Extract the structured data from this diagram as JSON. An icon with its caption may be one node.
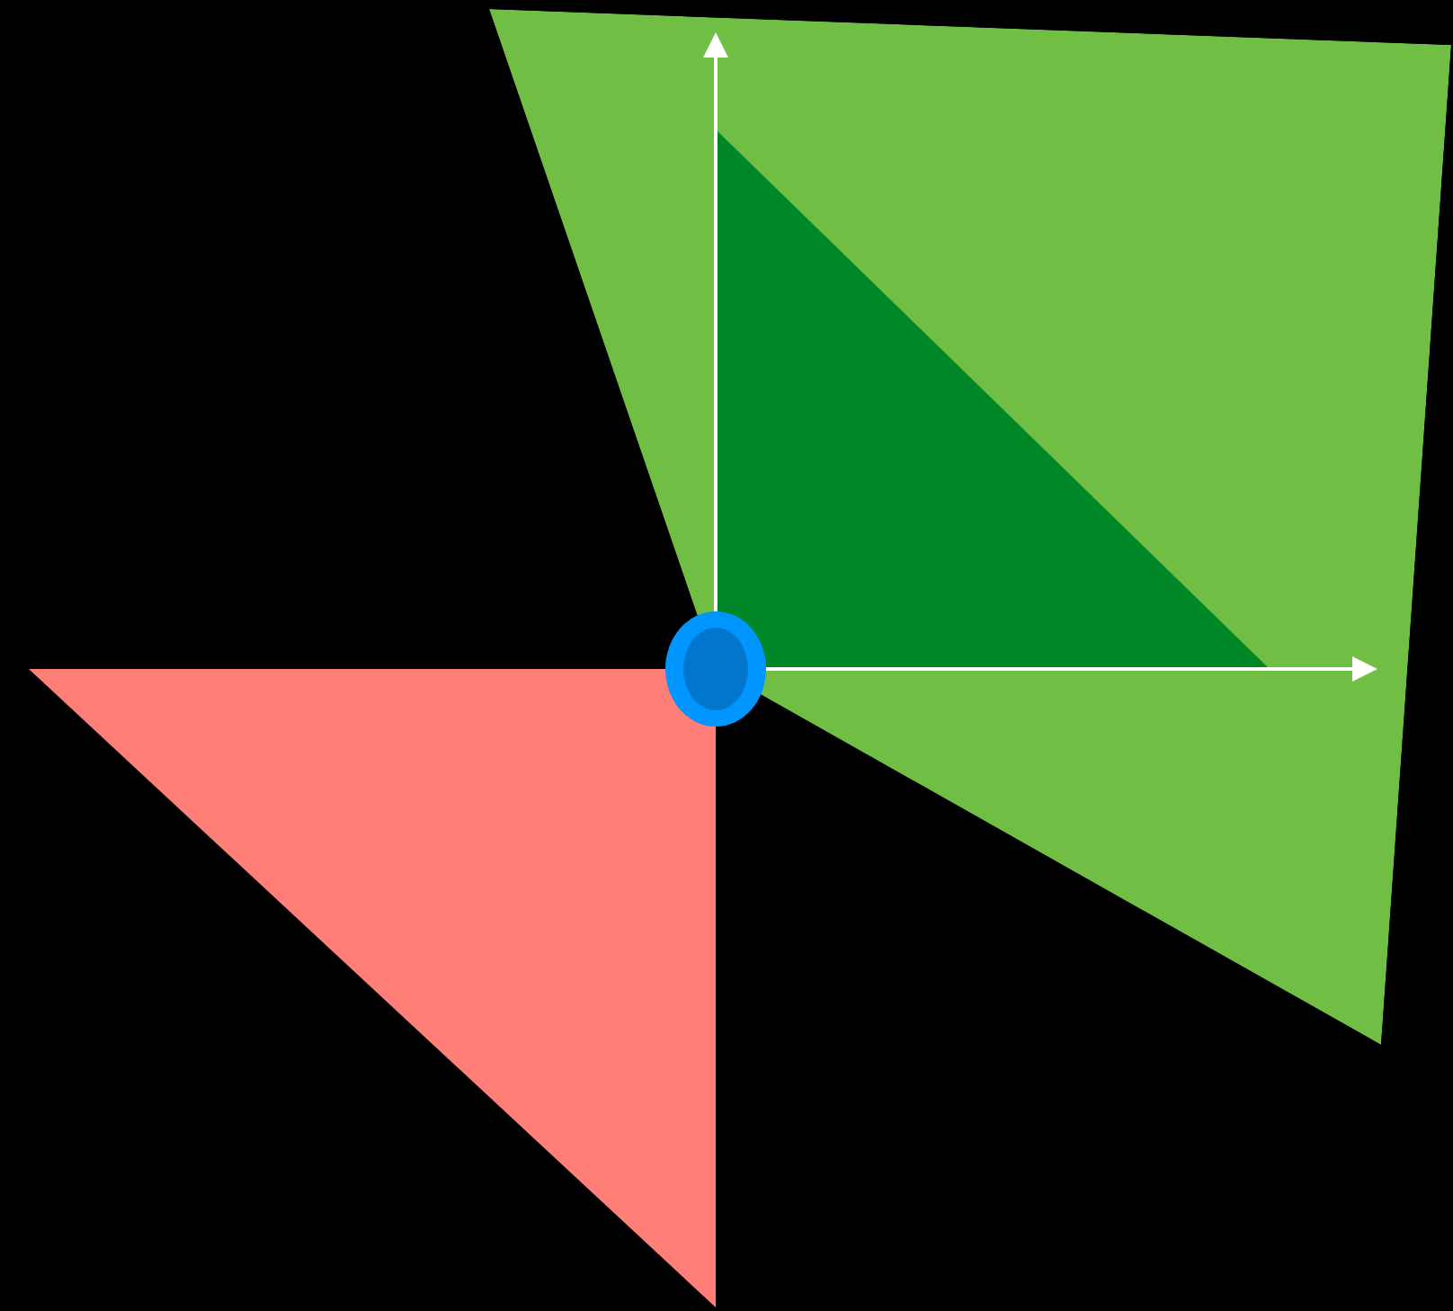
{
  "diagram": {
    "nodes": [
      {
        "text": [],
        "shape": "quadrilateral"
      },
      {
        "text": [],
        "shape": "triangle",
        "in": 0
      },
      {
        "text": [],
        "shape": "triangle"
      },
      {
        "text": [],
        "shape": "circle"
      }
    ]
  }
}
